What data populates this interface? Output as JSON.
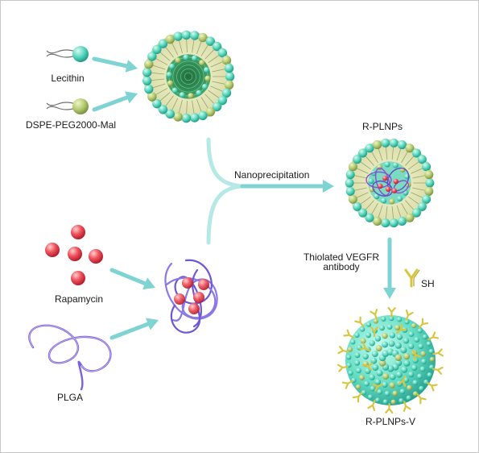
{
  "diagram": {
    "inputs": {
      "lecithin": "Lecithin",
      "dspe_peg": "DSPE-PEG2000-Mal",
      "rapamycin": "Rapamycin",
      "plga": "PLGA"
    },
    "steps": {
      "nanoprecipitation": "Nanoprecipitation",
      "antibody_line1": "Thiolated VEGFR",
      "antibody_line2": "antibody",
      "thiol_group": "SH"
    },
    "products": {
      "r_plnps": "R-PLNPs",
      "r_plnps_v": "R-PLNPs-V"
    },
    "colors": {
      "arrow": "#7fd3d3",
      "lecithin_head": "#7ee0c8",
      "dspe_head": "#b9cf7a",
      "rapamycin": "#e8454f",
      "plga": "#7b62d8",
      "antibody": "#d8c640"
    }
  }
}
